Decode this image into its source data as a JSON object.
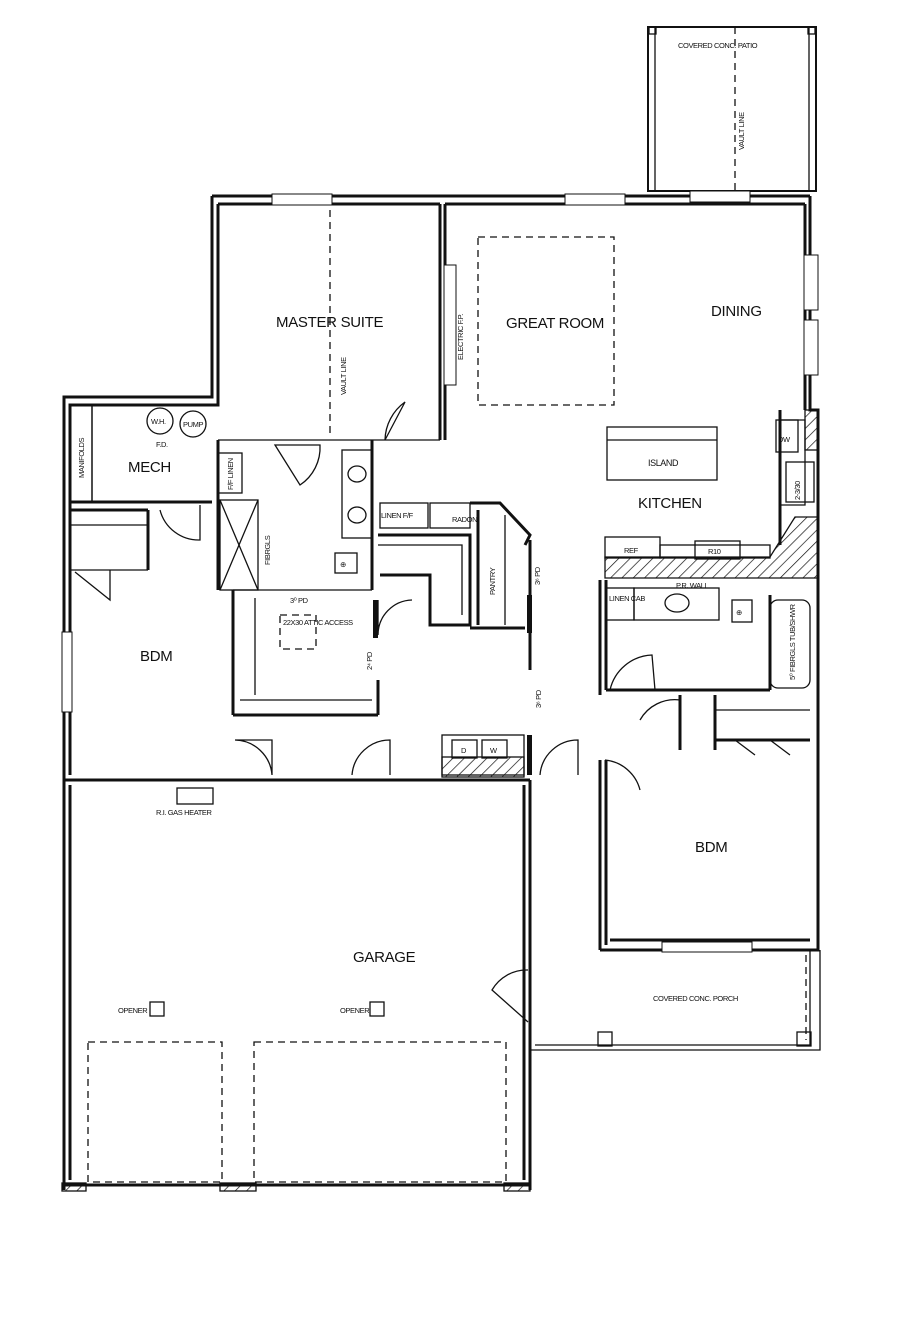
{
  "rooms": {
    "covered_patio": "COVERED CONC. PATIO",
    "patio_vault": "VAULT LINE",
    "master_suite": "MASTER SUITE",
    "master_vault": "VAULT LINE",
    "electric_fp": "ELECTRIC F.P.",
    "great_room": "GREAT ROOM",
    "dining": "DINING",
    "dw": "DW",
    "island": "ISLAND",
    "kitchen": "KITCHEN",
    "mech": "MECH",
    "manifolds": "MANIFOLDS",
    "wh": "W.H.",
    "pump": "PUMP",
    "fd": "F.D.",
    "ff_linen_left": "F/F LINEN",
    "fibrgls_left": "FIBRGLS",
    "linen_ff": "LINEN F/F",
    "radon": "RADON",
    "pantry": "PANTRY",
    "pd_36_upper": "3⁶ PD",
    "pd_30": "3⁰ PD",
    "attic_access": "22X30 ATTIC ACCESS",
    "pd_24": "2⁴ PD",
    "pd_36_lower": "3⁶ PD",
    "ref": "REF",
    "r10": "R10",
    "pr_wall": "P.R. WALL",
    "linen_cab": "LINEN CAB",
    "tub": "5⁰ FIBRGLS TUB/SHWR",
    "bdm_left": "BDM",
    "d_box": "D",
    "w_box": "W",
    "gas_heater": "R.I. GAS HEATER",
    "bdm_right": "BDM",
    "garage": "GARAGE",
    "opener_1": "OPENER",
    "opener_2": "OPENER",
    "porch": "COVERED CONC. PORCH",
    "dw2": "2-3/30"
  }
}
